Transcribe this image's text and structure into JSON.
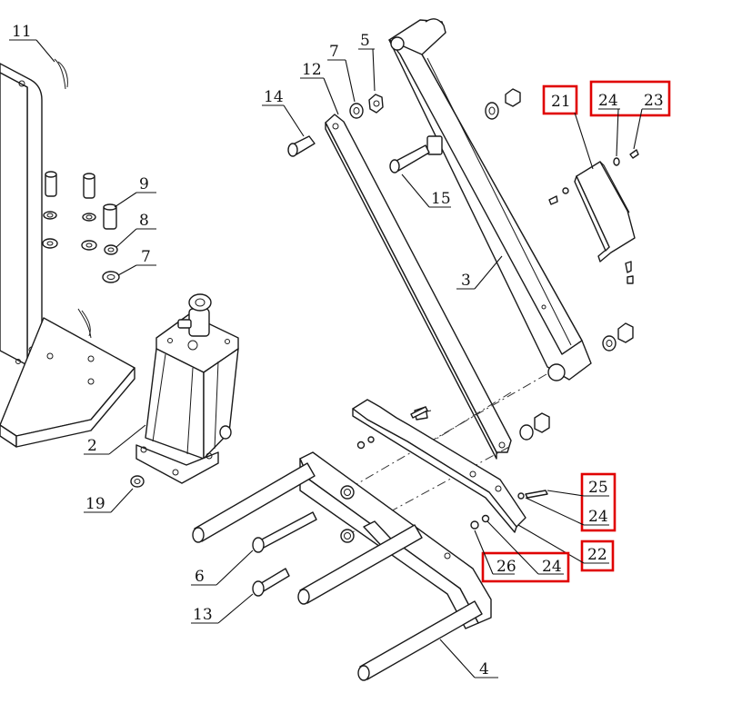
{
  "diagram": {
    "labels": [
      "11",
      "9",
      "8",
      "7",
      "2",
      "19",
      "14",
      "12",
      "7",
      "5",
      "15",
      "3",
      "6",
      "13",
      "4",
      "21",
      "24",
      "23",
      "25",
      "24",
      "22",
      "26",
      "24"
    ],
    "highlight_color": "#e00000"
  }
}
